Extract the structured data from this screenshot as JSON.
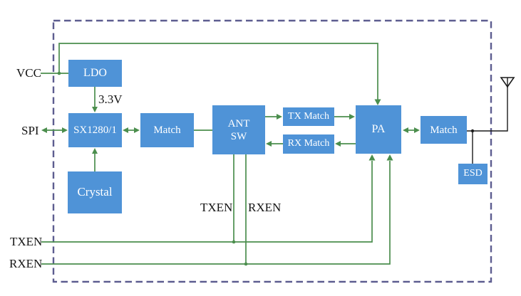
{
  "diagram": {
    "blocks": {
      "ldo": {
        "label": "LDO"
      },
      "sx1280": {
        "label": "SX1280/1"
      },
      "crystal": {
        "label": "Crystal"
      },
      "match_left": {
        "label": "Match"
      },
      "ant_sw": {
        "label": "ANT SW"
      },
      "tx_match": {
        "label": "TX Match"
      },
      "rx_match": {
        "label": "RX Match"
      },
      "pa": {
        "label": "PA"
      },
      "match_right": {
        "label": "Match"
      },
      "esd": {
        "label": "ESD"
      }
    },
    "signals": {
      "vcc": "VCC",
      "spi": "SPI",
      "txen": "TXEN",
      "rxen": "RXEN",
      "ldo_output": "3.3V",
      "txen_inner": "TXEN",
      "rxen_inner": "RXEN"
    },
    "icons": {
      "antenna": "antenna-icon"
    },
    "colors": {
      "block_fill": "#4f93d7",
      "block_text": "#ffffff",
      "wire_green": "#4b8e4d",
      "wire_black": "#1b1b1b",
      "border_dash": "#5d5d90",
      "background": "#ffffff"
    }
  }
}
